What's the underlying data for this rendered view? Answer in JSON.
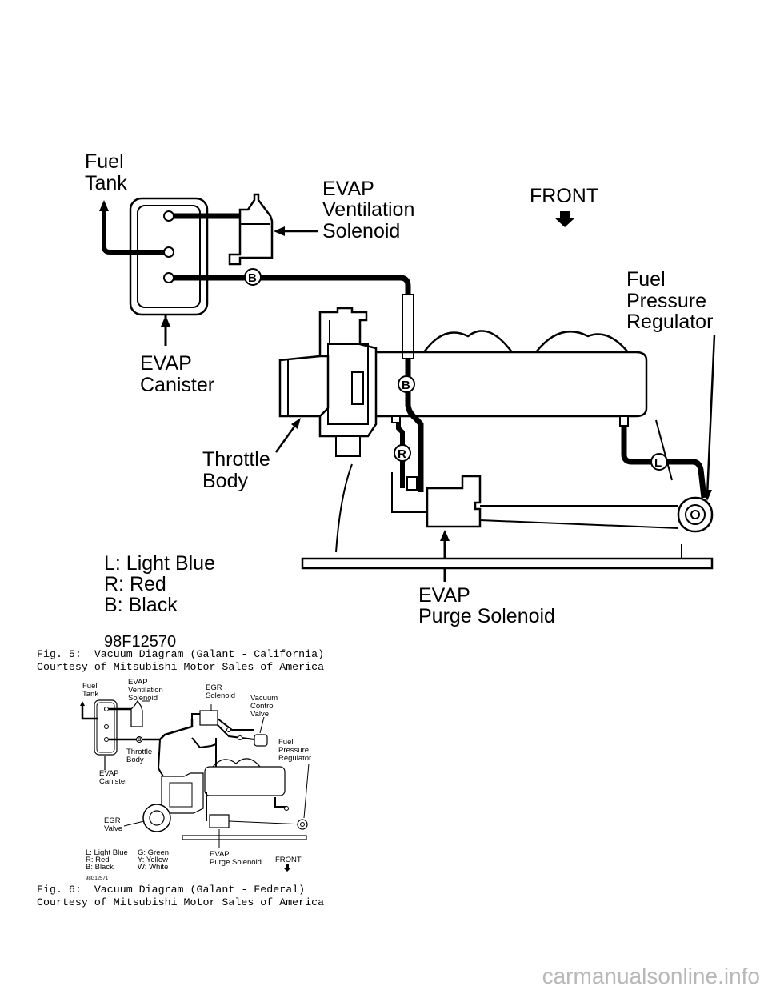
{
  "figure5": {
    "labels": {
      "fuel_tank_1": "Fuel",
      "fuel_tank_2": "Tank",
      "evap_vent_1": "EVAP",
      "evap_vent_2": "Ventilation",
      "evap_vent_3": "Solenoid",
      "front": "FRONT",
      "fuel_pressure_1": "Fuel",
      "fuel_pressure_2": "Pressure",
      "fuel_pressure_3": "Regulator",
      "evap_canister_1": "EVAP",
      "evap_canister_2": "Canister",
      "throttle_1": "Throttle",
      "throttle_2": "Body",
      "legend_1": "L: Light Blue",
      "legend_2": "R: Red",
      "legend_3": "B: Black",
      "evap_purge_1": "EVAP",
      "evap_purge_2": "Purge Solenoid",
      "code": "98F12570",
      "hose_b": "B",
      "hose_r": "R",
      "hose_l": "L"
    },
    "caption_line1": "Fig. 5:  Vacuum Diagram (Galant - California)",
    "caption_line2": "Courtesy of Mitsubishi Motor Sales of America"
  },
  "figure6": {
    "labels": {
      "fuel_tank_1": "Fuel",
      "fuel_tank_2": "Tank",
      "evap_vent_1": "EVAP",
      "evap_vent_2": "Ventilation",
      "evap_vent_3": "Solenoid",
      "egr_sol_1": "EGR",
      "egr_sol_2": "Solenoid",
      "vcv_1": "Vacuum",
      "vcv_2": "Control",
      "vcv_3": "Valve",
      "fpr_1": "Fuel",
      "fpr_2": "Pressure",
      "fpr_3": "Regulator",
      "throttle_1": "Throttle",
      "throttle_2": "Body",
      "canister_1": "EVAP",
      "canister_2": "Canister",
      "egr_valve_1": "EGR",
      "egr_valve_2": "Valve",
      "legend_l": "L: Light Blue",
      "legend_r": "R: Red",
      "legend_b": "B: Black",
      "legend_g": "G: Green",
      "legend_y": "Y: Yellow",
      "legend_w": "W: White",
      "purge_1": "EVAP",
      "purge_2": "Purge Solenoid",
      "front": "FRONT",
      "code": "98G12571"
    },
    "caption_line1": "Fig. 6:  Vacuum Diagram (Galant - Federal)",
    "caption_line2": "Courtesy of Mitsubishi Motor Sales of America"
  },
  "watermark": "carmanualsonline.info"
}
